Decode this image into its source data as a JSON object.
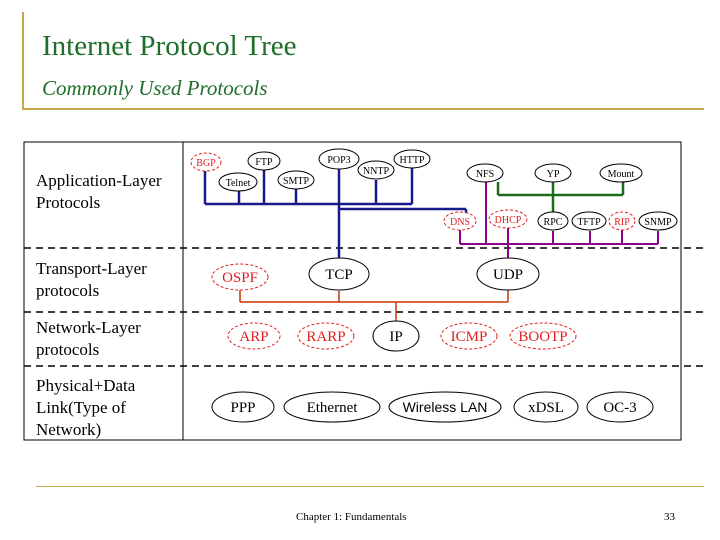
{
  "slide": {
    "title": "Internet Protocol Tree",
    "subtitle": "Commonly Used Protocols",
    "footer": "Chapter 1: Fundamentals",
    "page_number": "33"
  },
  "layers": [
    {
      "label_line1": "Application-Layer",
      "label_line2": "Protocols"
    },
    {
      "label_line1": "Transport-Layer",
      "label_line2": "protocols"
    },
    {
      "label_line1": "Network-Layer",
      "label_line2": "protocols"
    },
    {
      "label_line1": "Physical+Data",
      "label_line2": "Link(Type of",
      "label_line3": "Network)"
    }
  ],
  "nodes": {
    "bgp": "BGP",
    "ftp": "FTP",
    "telnet": "Telnet",
    "smtp": "SMTP",
    "pop3": "POP3",
    "nntp": "NNTP",
    "http": "HTTP",
    "nfs": "NFS",
    "yp": "YP",
    "mount": "Mount",
    "dns": "DNS",
    "dhcp": "DHCP",
    "rpc": "RPC",
    "tftp": "TFTP",
    "rip": "RIP",
    "snmp": "SNMP",
    "ospf": "OSPF",
    "tcp": "TCP",
    "udp": "UDP",
    "arp": "ARP",
    "rarp": "RARP",
    "ip": "IP",
    "icmp": "ICMP",
    "bootp": "BOOTP",
    "ppp": "PPP",
    "ethernet": "Ethernet",
    "wireless_lan": "Wireless LAN",
    "xdsl": "xDSL",
    "oc3": "OC-3"
  },
  "colors": {
    "title": "#1f6e2a",
    "tcp_tree": "#1a1a8c",
    "udp_tree": "#8b008b",
    "nfs_tree": "#1a6b1a",
    "ip_tree": "#cc3300",
    "dashed_protocol": "#e02020",
    "rule_gold": "#c8a64a"
  }
}
